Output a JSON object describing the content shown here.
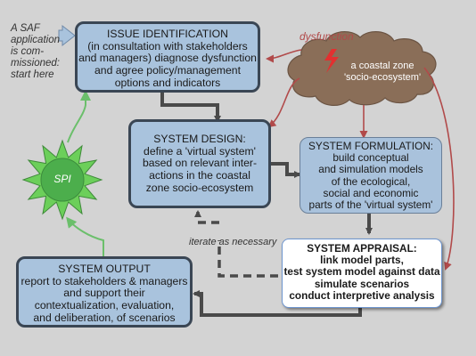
{
  "start_note": [
    "A SAF",
    "application",
    "is",
    "com-",
    "missioned:",
    "start here"
  ],
  "issue": {
    "title": "ISSUE IDENTIFICATION",
    "lines": [
      "(in consultation with stakeholders",
      "and managers) diagnose dysfunction",
      "and agree policy/management",
      "options and indicators"
    ]
  },
  "dysfunction_label": "dysfunction",
  "cloud": {
    "lines": [
      "a",
      "coastal zone",
      "'socio-ecosystem'"
    ]
  },
  "design": {
    "title": "SYSTEM DESIGN:",
    "lines": [
      "define a 'virtual system'",
      "based on relevant inter-",
      "actions in the coastal",
      "zone socio-ecosystem"
    ]
  },
  "formulation": {
    "title": "SYSTEM FORMULATION:",
    "lines": [
      "build conceptual",
      "and  simulation models",
      "of the ecological,",
      "social and economic",
      "parts of the 'virtual system'"
    ]
  },
  "spi_label": "SPI",
  "iterate_label": "iterate as necessary",
  "appraisal": {
    "title": "SYSTEM APPRAISAL:",
    "lines": [
      "link model parts,",
      "test system model against data",
      "simulate scenarios",
      "conduct interpretive analysis"
    ]
  },
  "output": {
    "title": "SYSTEM OUTPUT",
    "lines": [
      "report to stakeholders & managers",
      "and support their",
      "contextualization, evaluation,",
      "and deliberation, of scenarios"
    ]
  },
  "colors": {
    "background": "#d3d3d3",
    "box": "#a9c3dd",
    "dysfunction": "#b14a4a",
    "spi_green": "#4cae4c",
    "cloud": "#8a6e58"
  }
}
